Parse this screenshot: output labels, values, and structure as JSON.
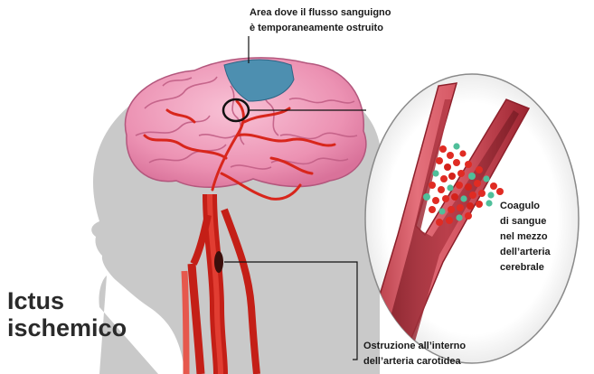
{
  "title": {
    "line1": "Ictus",
    "line2": "ischemico"
  },
  "labels": {
    "blocked_area": {
      "line1": "Area dove il flusso sanguigno",
      "line2": "è temporaneamente ostruito"
    },
    "clot": {
      "line1": "Coagulo",
      "line2": "di sangue",
      "line3": "nel mezzo",
      "line4": "dell’arteria",
      "line5": "cerebrale"
    },
    "carotid": {
      "line1": "Ostruzione all’interno",
      "line2": "dell’arteria carotidea"
    }
  },
  "colors": {
    "head_silhouette": "#c9c9c9",
    "brain": "#f2a0bf",
    "blocked_area": "#4d8fb0",
    "artery": "#d8261c",
    "vessel_wall": "#c8434f",
    "clot_red": "#e02b23",
    "clot_green": "#4fbf9a"
  }
}
